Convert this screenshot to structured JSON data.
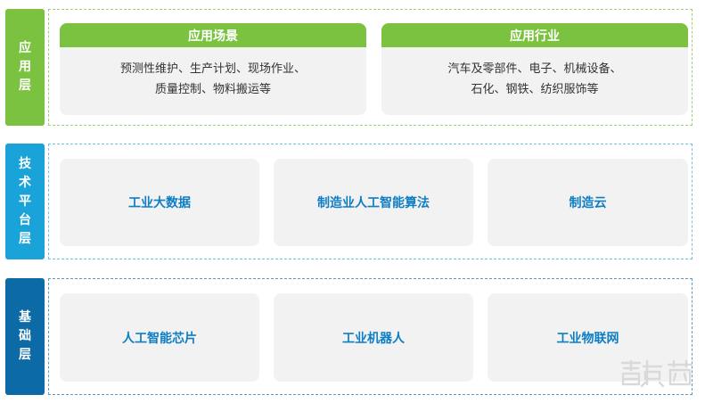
{
  "colors": {
    "app_layer": "#7cc241",
    "tech_layer": "#1aa3d8",
    "base_layer": "#0c6aa6",
    "card_bg": "#f2f2f2",
    "card_text": "#0e7ec3"
  },
  "application_layer": {
    "label": [
      "应",
      "用",
      "层"
    ],
    "cards": [
      {
        "title": "应用场景",
        "lines": [
          "预测性维护、生产计划、现场作业、",
          "质量控制、物料搬运等"
        ]
      },
      {
        "title": "应用行业",
        "lines": [
          "汽车及零部件、电子、机械设备、",
          "石化、钢铁、纺织服饰等"
        ]
      }
    ]
  },
  "technology_layer": {
    "label": [
      "技",
      "术",
      "平",
      "台",
      "层"
    ],
    "cards": [
      "工业大数据",
      "制造业人工智能算法",
      "制造云"
    ]
  },
  "base_layer": {
    "label": [
      "基",
      "础",
      "层"
    ],
    "cards": [
      "人工智能芯片",
      "工业机器人",
      "工业物联网"
    ]
  },
  "watermark": {
    "text": "智东西",
    "icon": "zhidx-logo"
  }
}
